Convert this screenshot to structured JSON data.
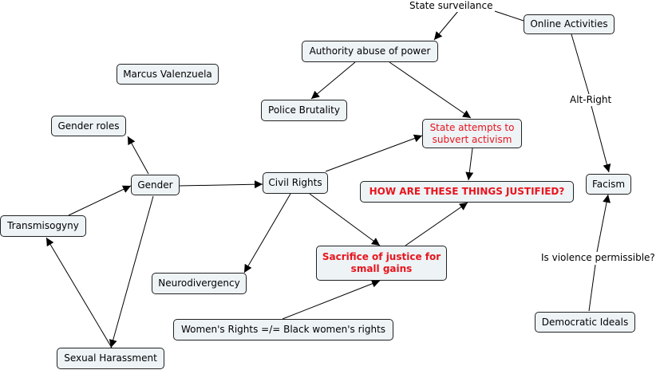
{
  "nodes": {
    "marcus": "Marcus Valenzuela",
    "gender_roles": "Gender roles",
    "gender": "Gender",
    "transmisogyny": "Transmisogyny",
    "sexual_harassment": "Sexual Harassment",
    "authority": "Authority abuse of power",
    "police": "Police Brutality",
    "state_attempts": "State attempts to subvert activism",
    "civil_rights": "Civil Rights",
    "how_justified": "HOW ARE THESE THINGS JUSTIFIED?",
    "sacrifice": "Sacrifice of justice for small gains",
    "neurodivergency": "Neurodivergency",
    "womens_rights": "Women's Rights =/= Black women's rights",
    "online": "Online Activities",
    "facism": "Facism",
    "democratic": "Democratic Ideals"
  },
  "edge_labels": {
    "surveillance": "State surveilance",
    "alt_right": "Alt-Right",
    "violence": "Is violence permissible?"
  },
  "colors": {
    "node_fill": "#eef3f6",
    "highlight_text": "#e8141d",
    "line": "#000000"
  }
}
